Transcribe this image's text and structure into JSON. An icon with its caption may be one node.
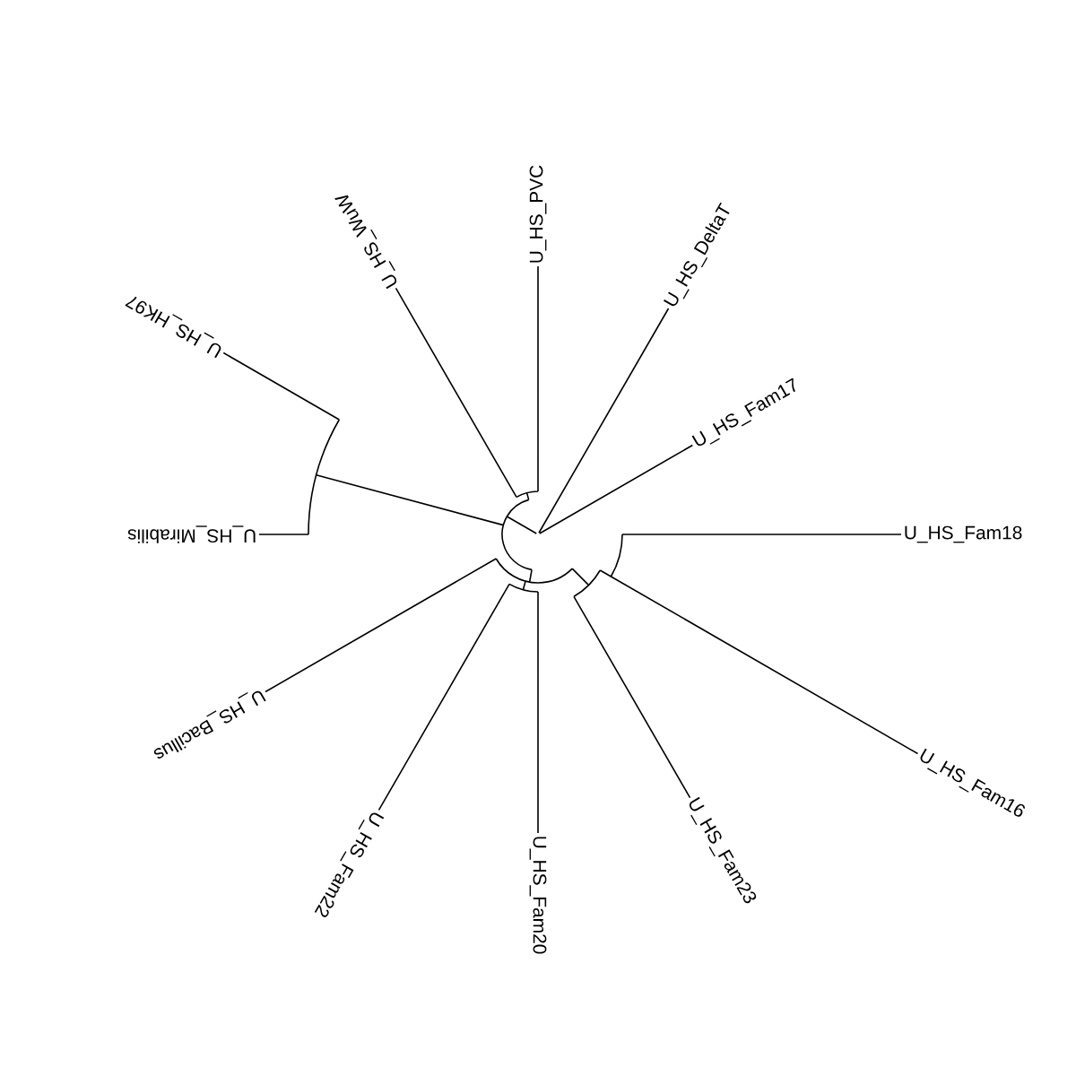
{
  "diagram": {
    "nodes": [
      {
        "text": [
          "U_HS_PVC"
        ]
      },
      {
        "text": [
          "U_HS_DeltaT"
        ]
      },
      {
        "text": [
          "U_HS_Fam17"
        ]
      },
      {
        "text": [
          "U_HS_Fam18"
        ]
      },
      {
        "text": [
          "U_HS_Fam16"
        ]
      },
      {
        "text": [
          "U_HS_Fam23"
        ]
      },
      {
        "text": [
          "U_HS_Fam20"
        ]
      },
      {
        "text": [
          "U_HS_Fam22"
        ]
      },
      {
        "text": [
          "U_HS_Bacillus"
        ]
      },
      {
        "text": [
          "U_HS_Mirabilis"
        ]
      },
      {
        "text": [
          "U_HS_HK97"
        ]
      },
      {
        "text": [
          "U_HS_WuW"
        ]
      }
    ]
  }
}
